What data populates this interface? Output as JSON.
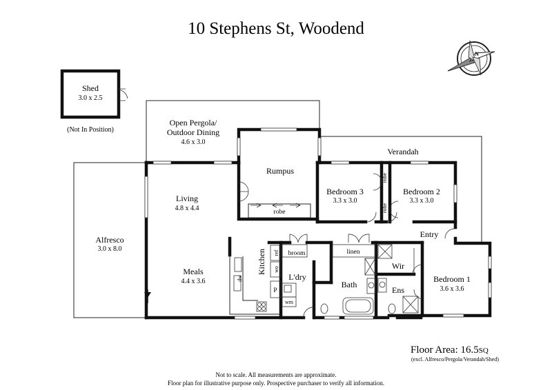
{
  "title": "10 Stephens St, Woodend",
  "rooms": {
    "shed": {
      "name": "Shed",
      "dims": "3.0 x 2.5",
      "note": "(Not In Position)"
    },
    "pergola": {
      "name1": "Open Pergola/",
      "name2": "Outdoor Dining",
      "dims": "4.6 x 3.0"
    },
    "verandah": {
      "name": "Verandah"
    },
    "rumpus": {
      "name": "Rumpus",
      "robe": "robe"
    },
    "bedroom3": {
      "name": "Bedroom 3",
      "dims": "3.3 x 3.0",
      "robe": "robe"
    },
    "bedroom2": {
      "name": "Bedroom 2",
      "dims": "3.3 x 3.0",
      "robe": "robe"
    },
    "living": {
      "name": "Living",
      "dims": "4.8 x 4.4"
    },
    "alfresco": {
      "name": "Alfresco",
      "dims": "3.0 x 8.0"
    },
    "meals": {
      "name": "Meals",
      "dims": "4.4 x 3.6"
    },
    "kitchen": {
      "name": "Kitchen",
      "dw": "dw",
      "ref": "ref",
      "wo": "wo",
      "p": "P"
    },
    "laundry": {
      "name": "L'dry",
      "broom": "broom",
      "wm": "wm"
    },
    "bath": {
      "name": "Bath",
      "linen": "linen"
    },
    "wir": {
      "name": "Wir"
    },
    "ens": {
      "name": "Ens"
    },
    "entry": {
      "name": "Entry"
    },
    "bedroom1": {
      "name": "Bedroom 1",
      "dims": "3.6 x 3.6"
    }
  },
  "floor_area": {
    "label": "Floor Area: 16.5",
    "unit": "SQ",
    "note": "(excl. Alfresco/Pergola/Verandah/Shed)"
  },
  "disclaimer": {
    "line1": "Not to scale. All measurements are approximate.",
    "line2": "Floor plan for illustrative purpose only. Prospective purchaser to verify all information."
  },
  "compass": {
    "icon": "compass-north-icon"
  }
}
